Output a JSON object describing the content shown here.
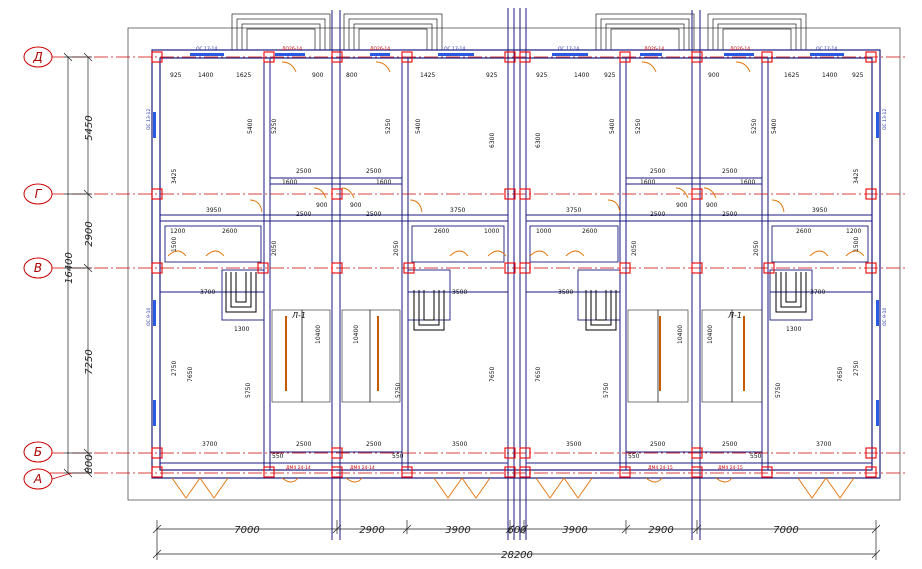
{
  "axes": {
    "letters": [
      "Д",
      "Г",
      "В",
      "Б",
      "А"
    ]
  },
  "vertical_dims": [
    "5450",
    "2900",
    "7250",
    "800"
  ],
  "vertical_total": "16400",
  "bottom_dims": [
    "7000",
    "2900",
    "3900",
    "600",
    "3900",
    "2900",
    "7000"
  ],
  "bottom_total": "28200",
  "stair_labels": [
    "Л-1",
    "Л-1"
  ],
  "openings": {
    "window_top": "ОС 17-14",
    "door_top": "ДО26-14",
    "window_side": "ОС 13-12",
    "window_side_2": "ОС 9-10",
    "door_bottom": "ДМ4 24-14",
    "door_bottom_2": "ДМ4 24-15"
  },
  "room_dims": {
    "top_row": [
      "925",
      "1400",
      "1625",
      "900",
      "800",
      "1425",
      "925"
    ],
    "mid_a": "2500",
    "mid_b": "1600",
    "mid_c": "900",
    "r1": "3950",
    "r2": "3750",
    "r3": "2600",
    "r4": "1200",
    "r5": "1500",
    "r6": "1000",
    "r7": "3700",
    "r8": "3500",
    "r9": "1300",
    "r10": "550",
    "h1": "5400",
    "h2": "5250",
    "h3": "6300",
    "h4": "2050",
    "h5": "7650",
    "h6": "5750",
    "h7": "10400",
    "h8": "2750",
    "h9": "3425"
  }
}
